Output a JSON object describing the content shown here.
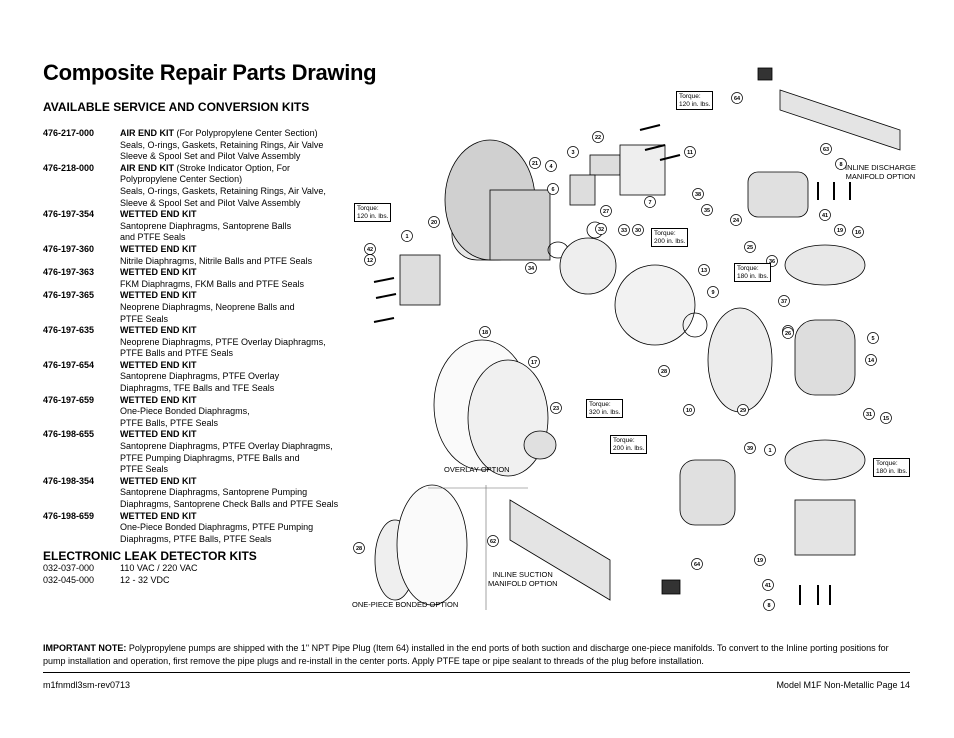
{
  "title": "Composite Repair Parts Drawing",
  "service_heading": "AVAILABLE SERVICE AND CONVERSION KITS",
  "kits": [
    {
      "num": "476-217-000",
      "name": "AIR END KIT",
      "extra": " (For Polypropylene Center Section)",
      "lines": [
        "Seals, O-rings, Gaskets, Retaining Rings, Air Valve",
        "Sleeve & Spool Set and Pilot Valve Assembly"
      ]
    },
    {
      "num": "476-218-000",
      "name": "AIR END KIT",
      "extra": " (Stroke Indicator Option, For",
      "lines": [
        "Polypropylene Center Section)",
        "Seals, O-rings, Gaskets, Retaining Rings, Air Valve,",
        "Sleeve & Spool Set and Pilot Valve Assembly"
      ]
    },
    {
      "num": "476-197-354",
      "name": "WETTED END KIT",
      "extra": "",
      "lines": [
        "Santoprene Diaphragms, Santoprene Balls",
        "and PTFE Seals"
      ]
    },
    {
      "num": "476-197-360",
      "name": "WETTED END KIT",
      "extra": "",
      "lines": [
        "Nitrile Diaphragms, Nitrile Balls and PTFE Seals"
      ]
    },
    {
      "num": "476-197-363",
      "name": "WETTED END KIT",
      "extra": "",
      "lines": [
        "FKM Diaphragms, FKM Balls and PTFE Seals"
      ]
    },
    {
      "num": "476-197-365",
      "name": "WETTED END KIT",
      "extra": "",
      "lines": [
        "Neoprene Diaphragms, Neoprene Balls and",
        "PTFE Seals"
      ]
    },
    {
      "num": "476-197-635",
      "name": "WETTED END KIT",
      "extra": "",
      "lines": [
        "Neoprene Diaphragms, PTFE Overlay Diaphragms,",
        "PTFE Balls and PTFE Seals"
      ]
    },
    {
      "num": "476-197-654",
      "name": "WETTED END KIT",
      "extra": "",
      "lines": [
        "Santoprene Diaphragms, PTFE Overlay",
        "Diaphragms, TFE Balls and TFE Seals"
      ]
    },
    {
      "num": "476-197-659",
      "name": "WETTED END KIT",
      "extra": "",
      "lines": [
        "One-Piece Bonded Diaphragms,",
        "PTFE Balls, PTFE Seals"
      ]
    },
    {
      "num": "476-198-655",
      "name": "WETTED END KIT",
      "extra": "",
      "lines": [
        "Santoprene Diaphragms, PTFE Overlay Diaphragms,",
        "PTFE Pumping Diaphragms, PTFE Balls and",
        "PTFE Seals"
      ]
    },
    {
      "num": "476-198-354",
      "name": "WETTED END KIT",
      "extra": "",
      "lines": [
        "Santoprene Diaphragms, Santoprene Pumping",
        "Diaphragms, Santoprene Check Balls and PTFE Seals"
      ]
    },
    {
      "num": "476-198-659",
      "name": "WETTED END KIT",
      "extra": "",
      "lines": [
        "One-Piece Bonded Diaphragms, PTFE Pumping",
        "Diaphragms, PTFE Balls, PTFE Seals"
      ]
    }
  ],
  "eld_heading": "ELECTRONIC LEAK DETECTOR KITS",
  "eld_kits": [
    {
      "num": "032-037-000",
      "desc": "110 VAC / 220 VAC"
    },
    {
      "num": "032-045-000",
      "desc": "12 - 32 VDC"
    }
  ],
  "note": {
    "label": "IMPORTANT NOTE:",
    "text": " Polypropylene pumps are shipped with the 1\" NPT Pipe Plug (Item 64) installed in the end ports of both suction and discharge one-piece manifolds. To convert to the Inline porting positions for pump installation and operation, first remove the pipe plugs and re-install in the center ports. Apply PTFE tape or pipe sealant to threads of the plug before installation."
  },
  "footer": {
    "left": "m1fnmdl3sm-rev0713",
    "right": "Model M1F Non-Metallic Page 14"
  },
  "drawing": {
    "labels": {
      "inline_discharge": "INLINE DISCHARGE\nMANIFOLD OPTION",
      "overlay": "OVERLAY OPTION",
      "inline_suction": "INLINE SUCTION\nMANIFOLD OPTION",
      "bonded": "ONE-PIECE BONDED OPTION"
    },
    "torque": [
      "Torque:\n120 in. lbs.",
      "Torque:\n120 in. lbs.",
      "Torque:\n200 in. lbs.",
      "Torque:\n180 in. lbs.",
      "Torque:\n320 in. lbs.",
      "Torque:\n200 in. lbs.",
      "Torque:\n180 in. lbs."
    ],
    "callouts": [
      "64",
      "63",
      "8",
      "11",
      "22",
      "3",
      "4",
      "21",
      "7",
      "38",
      "27",
      "6",
      "20",
      "1",
      "42",
      "12",
      "30",
      "34",
      "35",
      "32",
      "33",
      "9",
      "24",
      "36",
      "16",
      "25",
      "41",
      "19",
      "13",
      "2",
      "5",
      "37",
      "14",
      "23",
      "28",
      "10",
      "17",
      "18",
      "29",
      "31",
      "26",
      "39",
      "15",
      "28",
      "62",
      "64",
      "1",
      "19",
      "41",
      "8"
    ]
  }
}
